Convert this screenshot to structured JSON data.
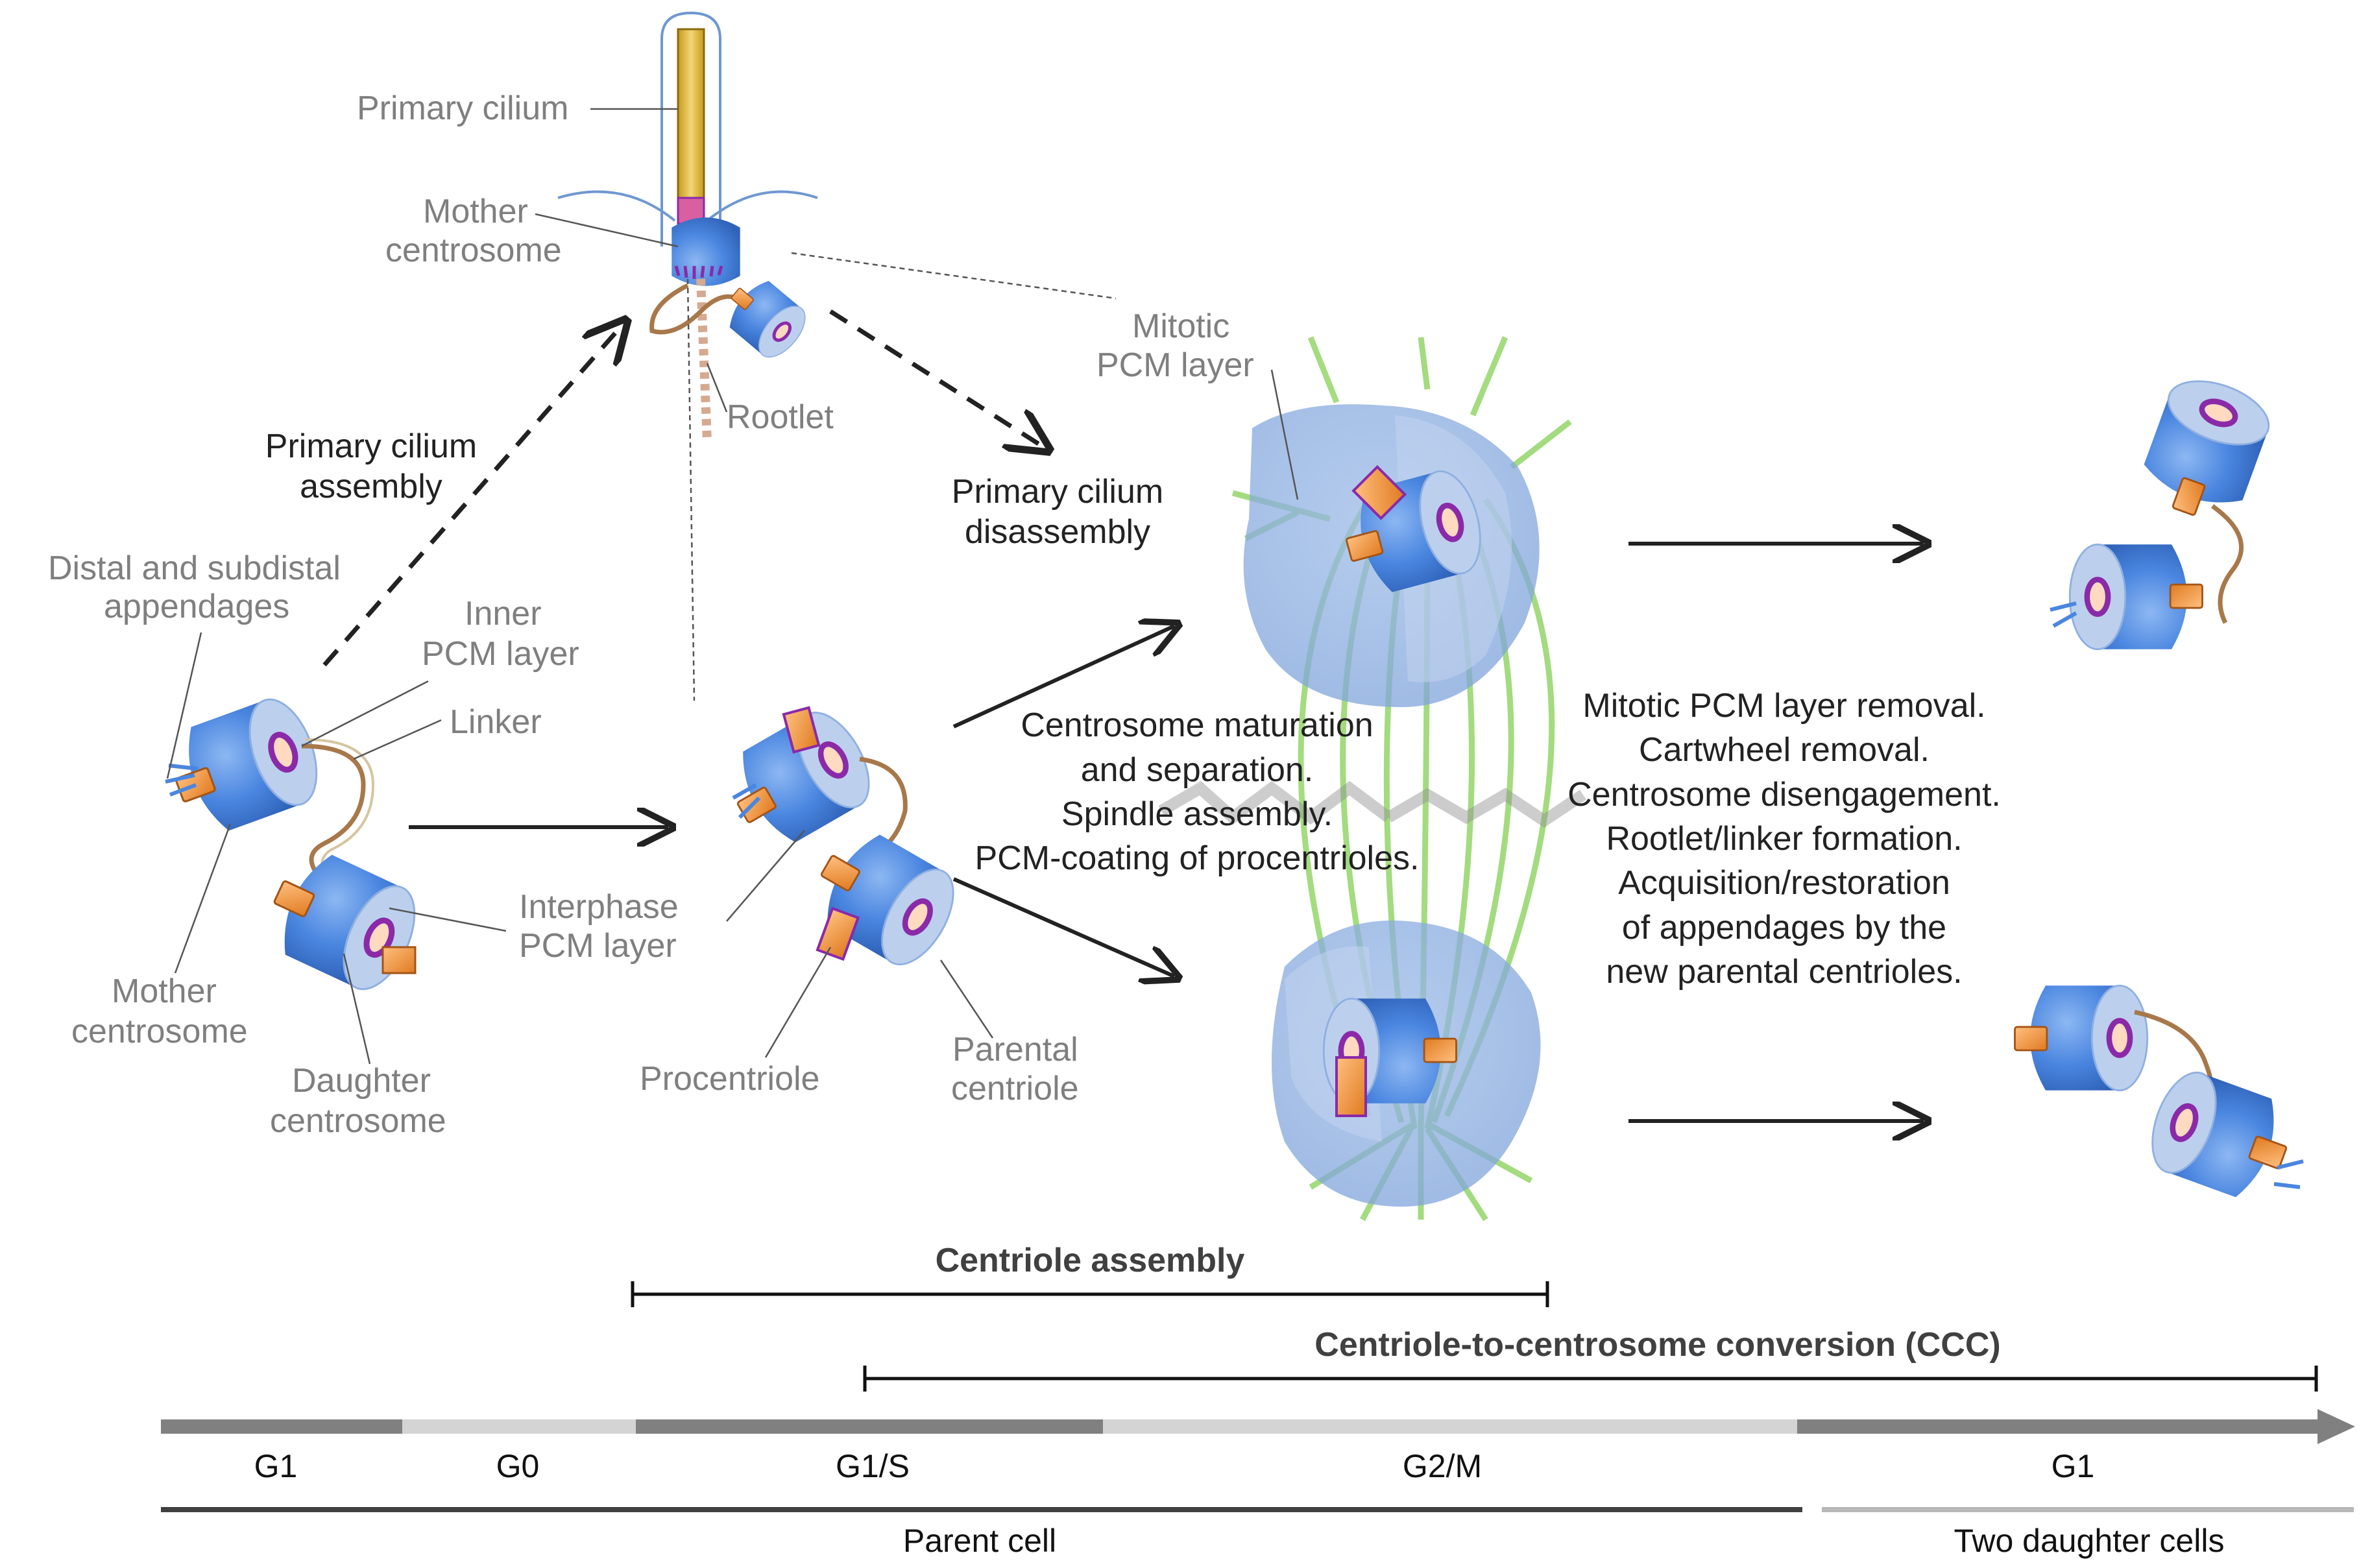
{
  "diagram": {
    "labels": {
      "primary_cilium": "Primary cilium",
      "mother_centrosome_top_1": "Mother",
      "mother_centrosome_top_2": "centrosome",
      "rootlet": "Rootlet",
      "mitotic_pcm_1": "Mitotic",
      "mitotic_pcm_2": "PCM layer",
      "distal_appendages_1": "Distal and subdistal",
      "distal_appendages_2": "appendages",
      "inner_pcm_1": "Inner",
      "inner_pcm_2": "PCM layer",
      "linker": "Linker",
      "interphase_pcm_1": "Interphase",
      "interphase_pcm_2": "PCM layer",
      "mother_centrosome_bottom_1": "Mother",
      "mother_centrosome_bottom_2": "centrosome",
      "daughter_centrosome_1": "Daughter",
      "daughter_centrosome_2": "centrosome",
      "procentriole": "Procentriole",
      "parental_centriole_1": "Parental",
      "parental_centriole_2": "centriole"
    },
    "processes": {
      "cilium_assembly_1": "Primary cilium",
      "cilium_assembly_2": "assembly",
      "cilium_disassembly_1": "Primary cilium",
      "cilium_disassembly_2": "disassembly",
      "maturation": [
        "Centrosome maturation",
        "and separation.",
        "Spindle assembly.",
        "PCM-coating of procentrioles."
      ],
      "removal": [
        "Mitotic PCM layer removal.",
        "Cartwheel removal.",
        "Centrosome disengagement.",
        "Rootlet/linker formation.",
        "Acquisition/restoration",
        "of appendages by the",
        "new parental centrioles."
      ]
    },
    "spans": {
      "centriole_assembly": "Centriole assembly",
      "ccc": "Centriole-to-centrosome conversion (CCC)"
    },
    "timeline": {
      "phases": [
        "G1",
        "G0",
        "G1/S",
        "G2/M",
        "G1"
      ],
      "parent_cell": "Parent cell",
      "daughter_cells": "Two daughter cells"
    },
    "colors": {
      "cylinder": "#4a86e0",
      "cylinder_light": "#b7ccec",
      "ring": "#8a2aa8",
      "stub": "#f0903a",
      "spindle": "#9ad872",
      "pcm_cloud": "#8aaee0",
      "cilium": "#d8b640",
      "linker": "#a8784a",
      "arrow": "#222222",
      "timeline_dark": "#808080",
      "timeline_light": "#d4d4d4"
    }
  }
}
